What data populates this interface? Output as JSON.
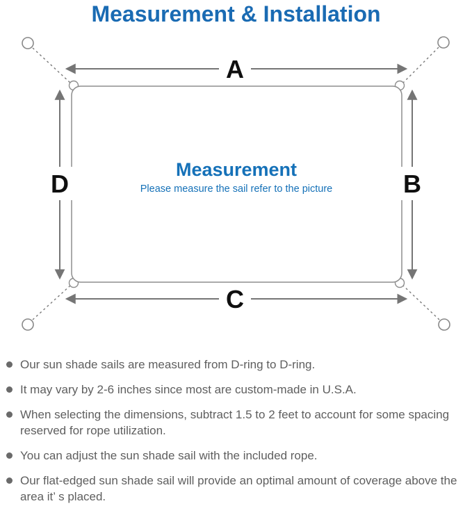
{
  "title": "Measurement & Installation",
  "diagram": {
    "center_heading": "Measurement",
    "center_caption": "Please measure the sail refer to the picture",
    "labels": {
      "top": "A",
      "right": "B",
      "bottom": "C",
      "left": "D"
    }
  },
  "notes": [
    "Our sun shade sails are measured from D-ring to D-ring.",
    "It may vary by 2-6 inches since most are custom-made in U.S.A.",
    "When selecting the dimensions, subtract 1.5 to 2 feet to account for some spacing reserved for rope utilization.",
    "You can adjust the sun shade sail with the included rope.",
    "Our flat-edged sun shade sail will provide an optimal amount of coverage above the area it’ s placed."
  ],
  "colors": {
    "title_blue": "#1a6bb3",
    "center_blue": "#1571b8",
    "outline_gray": "#8d8d8d",
    "arrow_gray": "#757575",
    "text_gray": "#5e5e5e"
  }
}
